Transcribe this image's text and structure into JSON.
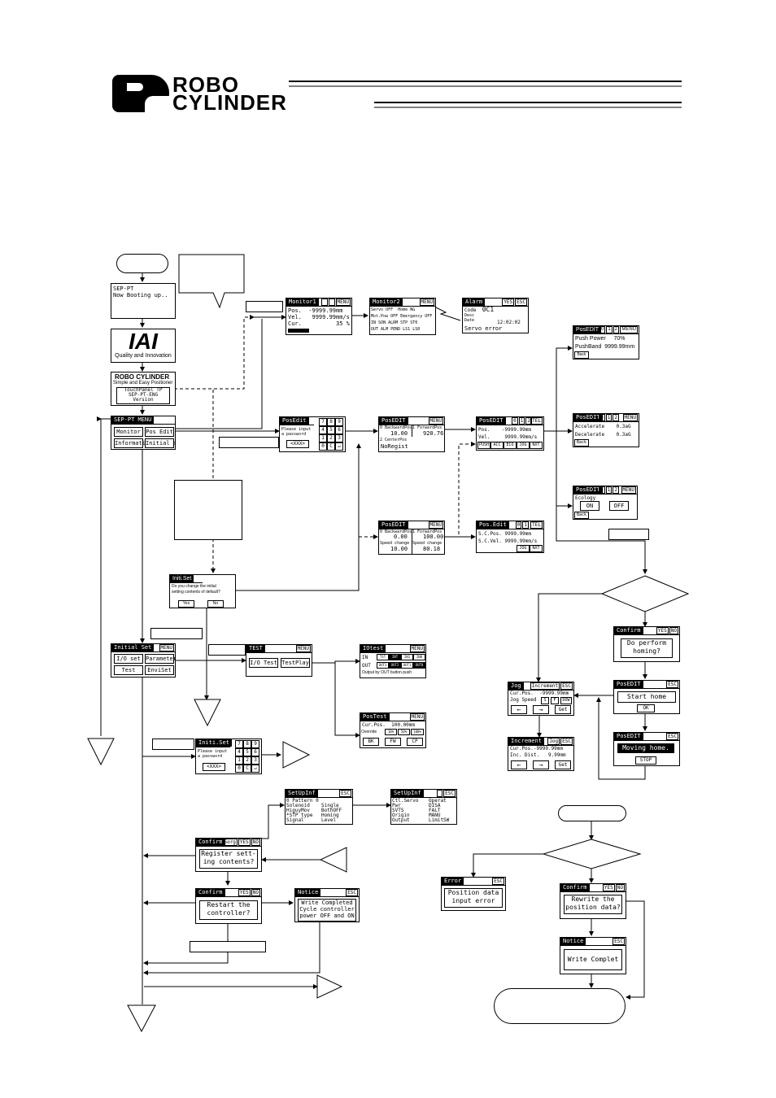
{
  "logo": {
    "line1": "ROBO",
    "line2": "CYLINDER"
  },
  "boot": {
    "line1": "SEP-PT",
    "line2": "Now Booting up.."
  },
  "iai": {
    "name": "IAI",
    "tagline": "Quality and Innovation"
  },
  "rc": {
    "name": "ROBO CYLINDER",
    "tagline": "Simple and Easy Positioner",
    "version_lines": [
      "TouchPanel TP",
      "SEP-PT-ENG",
      "Version"
    ]
  },
  "main_menu": {
    "title": "SEP-PT MENU",
    "buttons": [
      "Monitor",
      "Pos Edit",
      "Information",
      "Initial set"
    ]
  },
  "monitor1": {
    "title": "Monitor1",
    "menu": "MENU",
    "lines": [
      "Pos.  -9999.99mm",
      "Vel.   9999.99mm/s",
      "Cur.          35 %"
    ]
  },
  "monitor2": {
    "title": "Monitor2",
    "menu": "MENU",
    "rows": [
      [
        "Servo",
        "OFF",
        "Home",
        "NG"
      ],
      [
        "Mot.Pow",
        "OFF",
        "Emergency",
        "OFF"
      ],
      [
        "IN",
        "SON",
        "ALRM",
        "STP",
        "ST0"
      ],
      [
        "OUT",
        "ALM",
        "PEND",
        "LS1",
        "LS0"
      ]
    ]
  },
  "alarm": {
    "title": "Alarm",
    "yes": "YES",
    "esc": "ESC",
    "code_label": "Code",
    "code": "0C1",
    "desc_label": "Desc",
    "date_label": "Date",
    "date": "12:02:02",
    "message": "Servo error"
  },
  "password": {
    "title": "PosEdit",
    "prompt": [
      "Please input",
      "a password"
    ],
    "keys": [
      "7",
      "8",
      "9",
      "4",
      "5",
      "6",
      "1",
      "2",
      "3",
      "0",
      "C",
      "↵"
    ],
    "masked": "<XXX>"
  },
  "posedit_list": {
    "title": "PosEDIT",
    "menu": "MENU",
    "cells": [
      "0 BackwardPos",
      "1 ForwardPos",
      "10.00",
      "920.76",
      "2 CenterPos",
      "NoRegist"
    ]
  },
  "posedit_list2": {
    "title": "PosEDIT",
    "menu": "MENU",
    "cells": [
      "0 BackwardPos",
      "1 ForwardPos",
      "0.00",
      "100.00",
      "Speed change",
      "Speed change",
      "10.00",
      "80.18"
    ]
  },
  "posedit_detail": {
    "title": "PosEDIT",
    "nums": [
      "0",
      "1",
      "2"
    ],
    "tab": "TEL",
    "lines": [
      "Pos.    -9999.99mm",
      "Vel.     9999.99mm/s"
    ],
    "buttons": [
      "PUSH",
      "ACC",
      "ECO",
      "JOG",
      "NXT"
    ]
  },
  "posedit_sc": {
    "title": "Pos.Edit",
    "nums": [
      "0",
      "1"
    ],
    "tab": "TEL",
    "lines": [
      "S.C.Pos. 9999.99mm",
      "S.C.Vel. 9999.99mm/s"
    ],
    "buttons": [
      "JOG",
      "NXT"
    ]
  },
  "push": {
    "title": "PosEDIT",
    "nums": [
      "0",
      "1",
      "2"
    ],
    "menu": "MENU",
    "lines": [
      "Push Power     70%",
      "PushBand  9999.99mm"
    ],
    "back": "Back"
  },
  "accel": {
    "title": "PosEDIT",
    "nums": [
      "0",
      "1",
      "2"
    ],
    "menu": "MENU",
    "lines": [
      "Accelerate    0.3aG",
      "Decelerate    0.3aG"
    ],
    "back": "Back"
  },
  "eco": {
    "title": "PosEDIT",
    "nums": [
      "0",
      "1",
      "2"
    ],
    "menu": "MENU",
    "label": "Ecology",
    "on": "ON",
    "off": "OFF",
    "back": "Back"
  },
  "confirm_home": {
    "title": "Confirm",
    "yes": "YES",
    "no": "NO",
    "text": "Do perform\nhoming?"
  },
  "start_home": {
    "title": "PosEDIT",
    "esc": "ESC",
    "text": "Start home",
    "ok": "OK"
  },
  "moving_home": {
    "title": "PosEDIT",
    "esc": "ESC",
    "text": "Moving home.",
    "stop": "STOP"
  },
  "jog": {
    "title": "Jog",
    "mode": "Increment",
    "esc": "ESC",
    "lines": [
      "Cur.Pos.  -9999.99mm",
      "Jog Speed"
    ],
    "speeds": [
      "S",
      "F",
      "DOW"
    ],
    "buttons": [
      "←",
      "→",
      "Get"
    ]
  },
  "inc": {
    "title": "Increment",
    "mode": "Jog",
    "esc": "ESC",
    "lines": [
      "Cur.Pos.-9999.99mm",
      "Inc. Dist.   9.99mm"
    ],
    "buttons": [
      "←",
      "→",
      "Get"
    ]
  },
  "initset_q": {
    "title": "Initi.Set",
    "text": [
      "Do you change the initial",
      "setting contents of default?"
    ],
    "yes": "Yes",
    "no": "No"
  },
  "initial_set": {
    "title": "Initial Set",
    "menu": "MENU",
    "buttons": [
      "I/O set",
      "Parameter",
      "Test",
      "EnviSet"
    ]
  },
  "test": {
    "title": "TEST",
    "menu": "MENU",
    "buttons": [
      "I/O Test",
      "TestPlay"
    ]
  },
  "iotest": {
    "title": "IOtest",
    "menu": "MENU",
    "in_label": "IN",
    "out_label": "OUT",
    "in": [
      "TST",
      "INT",
      "IN1",
      "IN0"
    ],
    "out": [
      "OUT3",
      "OUT2",
      "OUT1",
      "OUT0"
    ],
    "note": "Output by OUT button push"
  },
  "postest": {
    "title": "PosTest",
    "menu": "MENU",
    "line": "Cur.Pos.  100.00mm",
    "override": "Override",
    "pcts": [
      "10%",
      "50%",
      "100%"
    ],
    "buttons": [
      "BK",
      "FW",
      "CP"
    ]
  },
  "initset_pw": {
    "title": "Initi.Set",
    "prompt": [
      "Please input",
      "a password"
    ],
    "keys": [
      "7",
      "8",
      "9",
      "4",
      "5",
      "6",
      "1",
      "2",
      "3",
      "0",
      "C",
      "↵"
    ],
    "masked": "<XXX>"
  },
  "setup1": {
    "title": "SetUpInf",
    "esc": "ESC",
    "rows": [
      [
        "0 Pattern 0",
        ""
      ],
      [
        "Solenoid",
        "Single"
      ],
      [
        "HiguyMov",
        "BothOFF"
      ],
      [
        "*STP type",
        "Homing"
      ],
      [
        "Signal",
        "Level"
      ]
    ]
  },
  "setup2": {
    "title": "SetUpInf",
    "esc": "ESC",
    "rows": [
      [
        "Ctl.Servo",
        "Operat"
      ],
      [
        "Pwr",
        "DISA"
      ],
      [
        "SVTS",
        "FALT"
      ],
      [
        "Origin",
        "MANU"
      ],
      [
        "Output",
        "LimitSW"
      ]
    ]
  },
  "confirm_reg": {
    "title": "Confirm",
    "extra": "Sorg",
    "yes": "YES",
    "no": "NO",
    "text": "Register sett-\ning contents?"
  },
  "confirm_restart": {
    "title": "Confirm",
    "yes": "YES",
    "no": "NO",
    "text": "Restart the\ncontroller?"
  },
  "notice_write": {
    "title": "Notice",
    "esc": "ESC",
    "text": "Write Completed\nCycle controller\npower OFF and ON"
  },
  "error": {
    "title": "Error",
    "esc": "ESC",
    "text": "Position data\ninput error"
  },
  "confirm_rewrite": {
    "title": "Confirm",
    "yes": "YES",
    "no": "NO",
    "text": "Rewrite the\nposition data?"
  },
  "notice_complete": {
    "title": "Notice",
    "esc": "ESC",
    "text": "Write Complet"
  }
}
